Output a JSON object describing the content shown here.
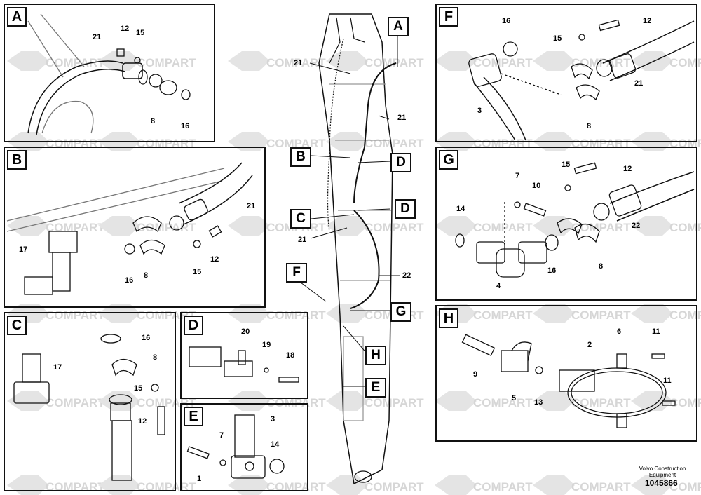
{
  "watermark": "COMPART",
  "panels": {
    "A": {
      "label": "A",
      "callouts": [
        "21",
        "12",
        "15",
        "8",
        "16"
      ]
    },
    "B": {
      "label": "B",
      "callouts": [
        "21",
        "17",
        "16",
        "8",
        "15",
        "12"
      ]
    },
    "C": {
      "label": "C",
      "callouts": [
        "16",
        "8",
        "17",
        "15",
        "12"
      ]
    },
    "D": {
      "label": "D",
      "callouts": [
        "20",
        "19",
        "18"
      ]
    },
    "E": {
      "label": "E",
      "callouts": [
        "3",
        "7",
        "14",
        "1"
      ]
    },
    "F": {
      "label": "F",
      "callouts": [
        "16",
        "12",
        "15",
        "21",
        "3",
        "8"
      ]
    },
    "G": {
      "label": "G",
      "callouts": [
        "7",
        "10",
        "15",
        "12",
        "14",
        "22",
        "4",
        "16",
        "8"
      ]
    },
    "H": {
      "label": "H",
      "callouts": [
        "6",
        "11",
        "2",
        "9",
        "5",
        "13",
        "11"
      ]
    }
  },
  "main_view": {
    "callout_letters": [
      "A",
      "B",
      "D",
      "C",
      "D",
      "F",
      "G",
      "H",
      "E"
    ],
    "numbers": [
      "21",
      "21",
      "21",
      "22"
    ]
  },
  "footer": {
    "line1": "Volvo Construction",
    "line2": "Equipment",
    "doc_number": "1045866"
  }
}
